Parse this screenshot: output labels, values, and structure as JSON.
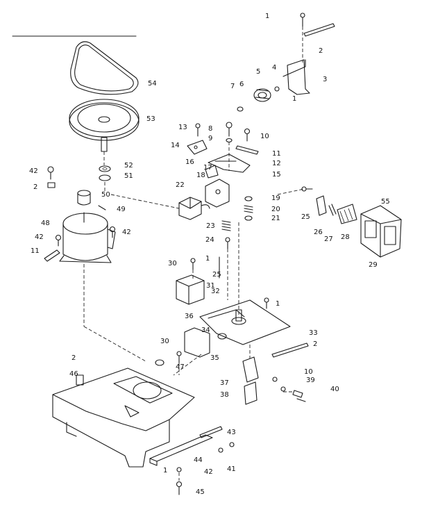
{
  "callouts": [
    {
      "id": "c1a",
      "text": "1"
    },
    {
      "id": "c2a",
      "text": "2"
    },
    {
      "id": "c3",
      "text": "3"
    },
    {
      "id": "c4",
      "text": "4"
    },
    {
      "id": "c5",
      "text": "5"
    },
    {
      "id": "c6",
      "text": "6"
    },
    {
      "id": "c7",
      "text": "7"
    },
    {
      "id": "c1b",
      "text": "1"
    },
    {
      "id": "c54",
      "text": "54"
    },
    {
      "id": "c53",
      "text": "53"
    },
    {
      "id": "c13",
      "text": "13"
    },
    {
      "id": "c8",
      "text": "8"
    },
    {
      "id": "c9",
      "text": "9"
    },
    {
      "id": "c10a",
      "text": "10"
    },
    {
      "id": "c14",
      "text": "14"
    },
    {
      "id": "c11a",
      "text": "11"
    },
    {
      "id": "c16",
      "text": "16"
    },
    {
      "id": "c17",
      "text": "17"
    },
    {
      "id": "c12",
      "text": "12"
    },
    {
      "id": "c18",
      "text": "18"
    },
    {
      "id": "c15",
      "text": "15"
    },
    {
      "id": "c42a",
      "text": "42"
    },
    {
      "id": "c52",
      "text": "52"
    },
    {
      "id": "c51",
      "text": "51"
    },
    {
      "id": "c2b",
      "text": "2"
    },
    {
      "id": "c50",
      "text": "50"
    },
    {
      "id": "c22",
      "text": "22"
    },
    {
      "id": "c19",
      "text": "19"
    },
    {
      "id": "c55",
      "text": "55"
    },
    {
      "id": "c20",
      "text": "20"
    },
    {
      "id": "c49",
      "text": "49"
    },
    {
      "id": "c25a",
      "text": "25"
    },
    {
      "id": "c21",
      "text": "21"
    },
    {
      "id": "c48",
      "text": "48"
    },
    {
      "id": "c42b",
      "text": "42"
    },
    {
      "id": "c23",
      "text": "23"
    },
    {
      "id": "c26",
      "text": "26"
    },
    {
      "id": "c27",
      "text": "27"
    },
    {
      "id": "c28",
      "text": "28"
    },
    {
      "id": "c42c",
      "text": "42"
    },
    {
      "id": "c24",
      "text": "24"
    },
    {
      "id": "c11b",
      "text": "11"
    },
    {
      "id": "c29",
      "text": "29"
    },
    {
      "id": "c30a",
      "text": "30"
    },
    {
      "id": "c1c",
      "text": "1"
    },
    {
      "id": "c25b",
      "text": "25"
    },
    {
      "id": "c31",
      "text": "31"
    },
    {
      "id": "c32",
      "text": "32"
    },
    {
      "id": "c1d",
      "text": "1"
    },
    {
      "id": "c36",
      "text": "36"
    },
    {
      "id": "c34",
      "text": "34"
    },
    {
      "id": "c33",
      "text": "33"
    },
    {
      "id": "c30b",
      "text": "30"
    },
    {
      "id": "c2c",
      "text": "2"
    },
    {
      "id": "c47",
      "text": "47"
    },
    {
      "id": "c35",
      "text": "35"
    },
    {
      "id": "c2d",
      "text": "2"
    },
    {
      "id": "c46",
      "text": "46"
    },
    {
      "id": "c10b",
      "text": "10"
    },
    {
      "id": "c39",
      "text": "39"
    },
    {
      "id": "c37",
      "text": "37"
    },
    {
      "id": "c40",
      "text": "40"
    },
    {
      "id": "c38",
      "text": "38"
    },
    {
      "id": "c43",
      "text": "43"
    },
    {
      "id": "c44",
      "text": "44"
    },
    {
      "id": "c41",
      "text": "41"
    },
    {
      "id": "c1e",
      "text": "1"
    },
    {
      "id": "c42d",
      "text": "42"
    },
    {
      "id": "c45",
      "text": "45"
    }
  ]
}
